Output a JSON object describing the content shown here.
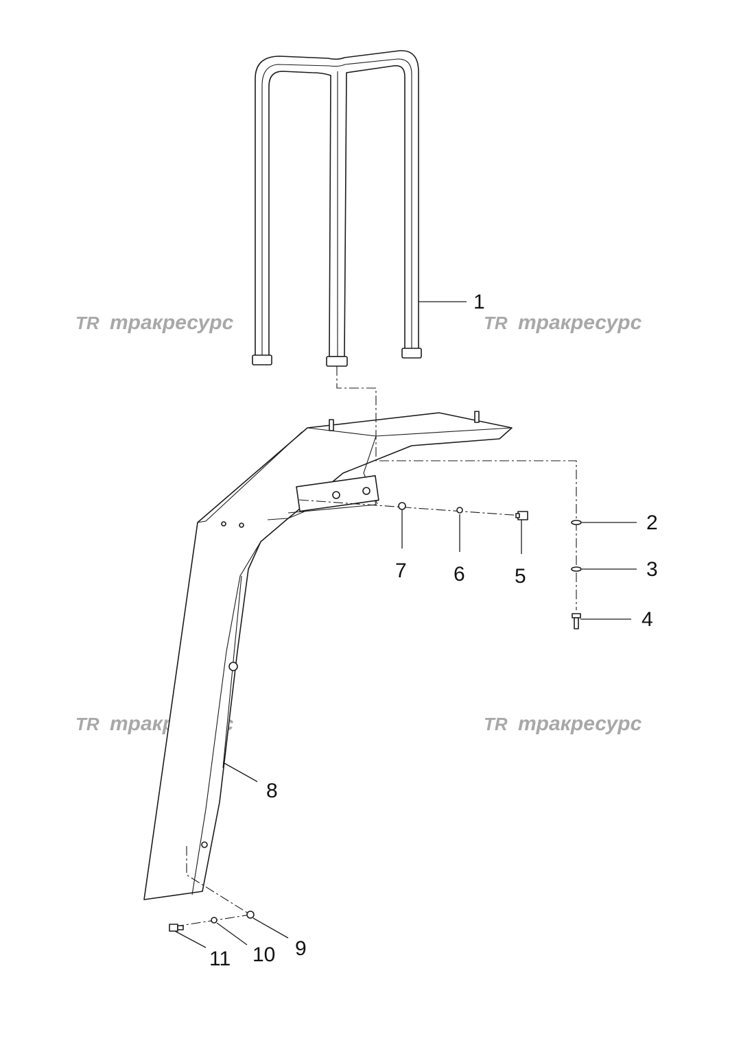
{
  "watermark": {
    "brand": "трaкресурс",
    "logo": "TR",
    "color": "#a8a8a8"
  },
  "callouts": [
    {
      "id": "1",
      "label": "1"
    },
    {
      "id": "2",
      "label": "2"
    },
    {
      "id": "3",
      "label": "3"
    },
    {
      "id": "4",
      "label": "4"
    },
    {
      "id": "5",
      "label": "5"
    },
    {
      "id": "6",
      "label": "6"
    },
    {
      "id": "7",
      "label": "7"
    },
    {
      "id": "8",
      "label": "8"
    },
    {
      "id": "9",
      "label": "9"
    },
    {
      "id": "10",
      "label": "10"
    },
    {
      "id": "11",
      "label": "11"
    }
  ]
}
